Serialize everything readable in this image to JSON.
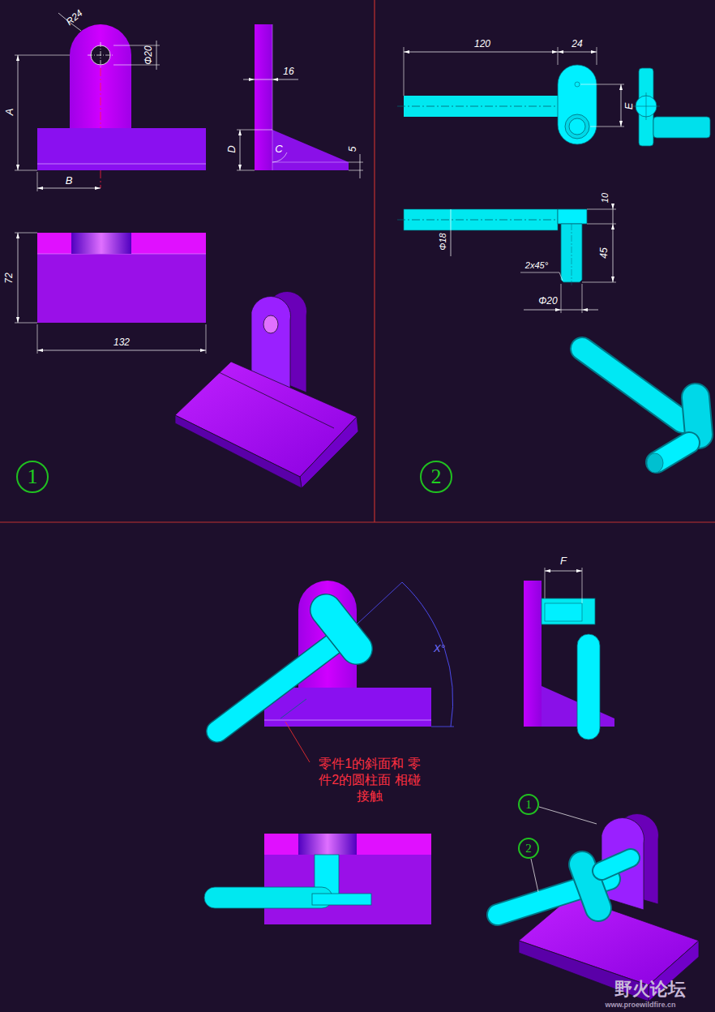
{
  "diagram": {
    "nodes": [
      {
        "text": [
          "1"
        ]
      },
      {
        "text": [
          "2"
        ]
      },
      {
        "text": [
          "1"
        ]
      },
      {
        "text": [
          "2"
        ]
      }
    ],
    "labels": [
      "R24",
      "Φ20",
      "A",
      "B",
      "16",
      "D",
      "C",
      "5",
      "72",
      "132",
      "120",
      "24",
      "E",
      "10",
      "Φ18",
      "45",
      "2x45°",
      "Φ20",
      "F",
      "X°",
      "零件1的斜面和 零件2的圆柱面 相碰接触",
      "野火论坛",
      "www.proewildfire.cn"
    ]
  }
}
